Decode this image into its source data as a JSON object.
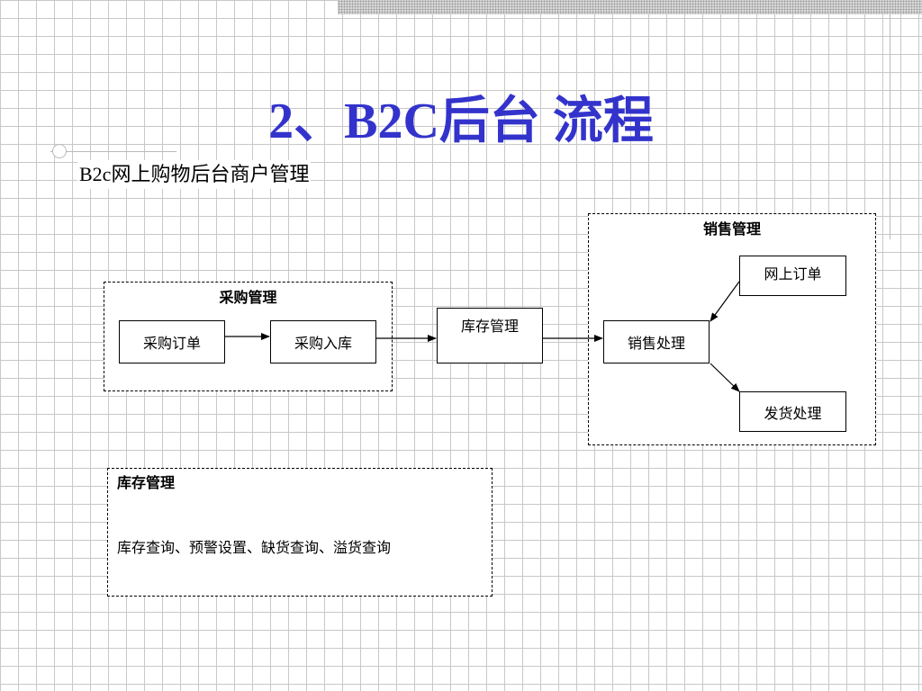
{
  "slide": {
    "title": "2、B2C后台 流程",
    "subtitle": "B2c网上购物后台商户管理"
  },
  "diagram": {
    "purchase_group": {
      "label": "采购管理",
      "nodes": {
        "order": "采购订单",
        "stock_in": "采购入库"
      }
    },
    "inventory_node": "库存管理",
    "sales_group": {
      "label": "销售管理",
      "nodes": {
        "online_order": "网上订单",
        "processing": "销售处理",
        "shipping": "发货处理"
      }
    },
    "inventory_panel": {
      "label": "库存管理",
      "description": "库存查询、预警设置、缺货查询、溢货查询"
    }
  }
}
